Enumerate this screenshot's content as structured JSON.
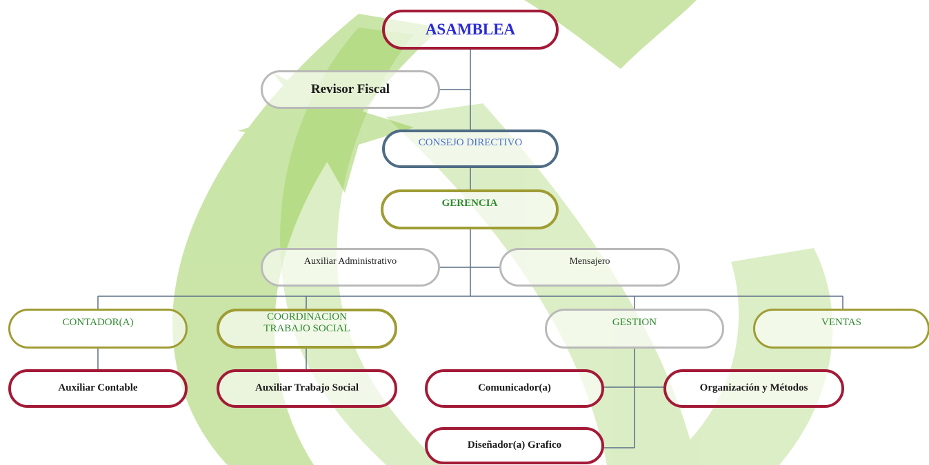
{
  "org": {
    "asamblea": "ASAMBLEA",
    "revisor_fiscal": "Revisor Fiscal",
    "consejo_directivo": "CONSEJO DIRECTIVO",
    "gerencia": "GERENCIA",
    "auxiliar_administrativo": "Auxiliar Administrativo",
    "mensajero": "Mensajero",
    "contador": "CONTADOR(A)",
    "coordinacion": "COORDINACION TRABAJO SOCIAL",
    "gestion": "GESTION",
    "ventas": "VENTAS",
    "auxiliar_contable": "Auxiliar Contable",
    "auxiliar_trabajo_social": "Auxiliar Trabajo Social",
    "comunicador": "Comunicador(a)",
    "organizacion_metodos": "Organización y Métodos",
    "disenador_grafico": "Diseñador(a) Grafico"
  },
  "colors": {
    "red_border": "#a31a37",
    "gray_border": "#b9b9b9",
    "slate_border": "#4f6c85",
    "olive_border": "#9f9c34",
    "connector": "#5a6e86",
    "watermark_green": "#8cc63f"
  },
  "decorations": {
    "background_watermark": "green-crescent-star-logo"
  }
}
